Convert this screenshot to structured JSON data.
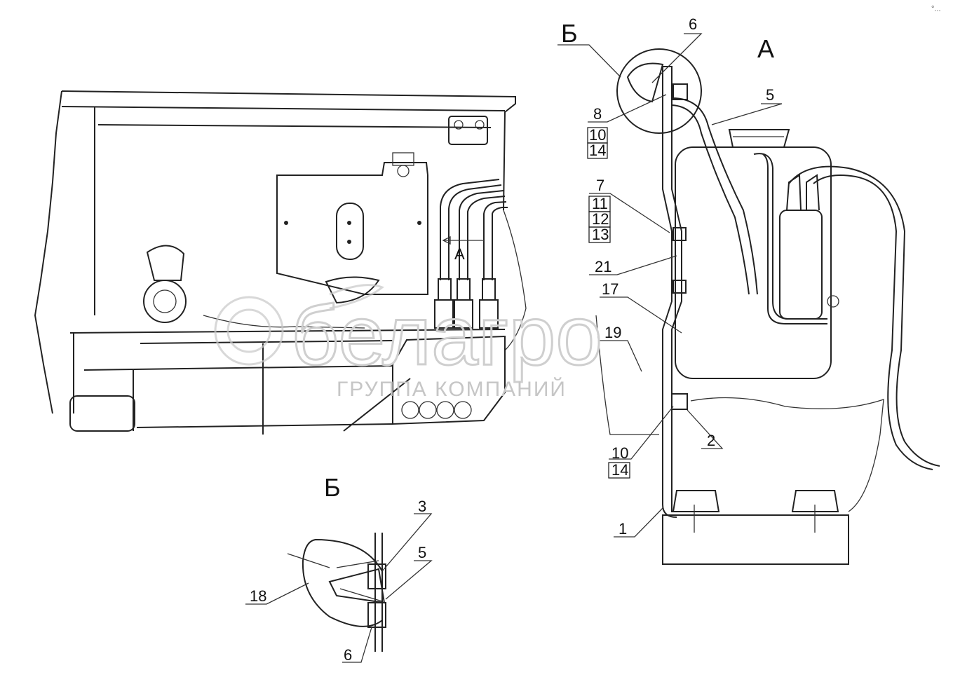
{
  "views": {
    "view_a_title": "А",
    "view_b_title": "Б",
    "view_b_section_title": "Б",
    "arrow_a": "А"
  },
  "callouts": {
    "c1": "1",
    "c2": "2",
    "c3": "3",
    "c5_top": "5",
    "c5_detail": "5",
    "c6_top": "6",
    "c6_detail": "6",
    "c7": "7",
    "c8": "8",
    "c10_a": "10",
    "c10_b": "10",
    "c11": "11",
    "c12": "12",
    "c13": "13",
    "c14_a": "14",
    "c14_b": "14",
    "c17": "17",
    "c18": "18",
    "c19": "19",
    "c21": "21"
  },
  "watermark": {
    "brand": "белагро",
    "subtitle": "ГРУППА КОМПАНИЙ"
  },
  "corner_mark": "°..."
}
